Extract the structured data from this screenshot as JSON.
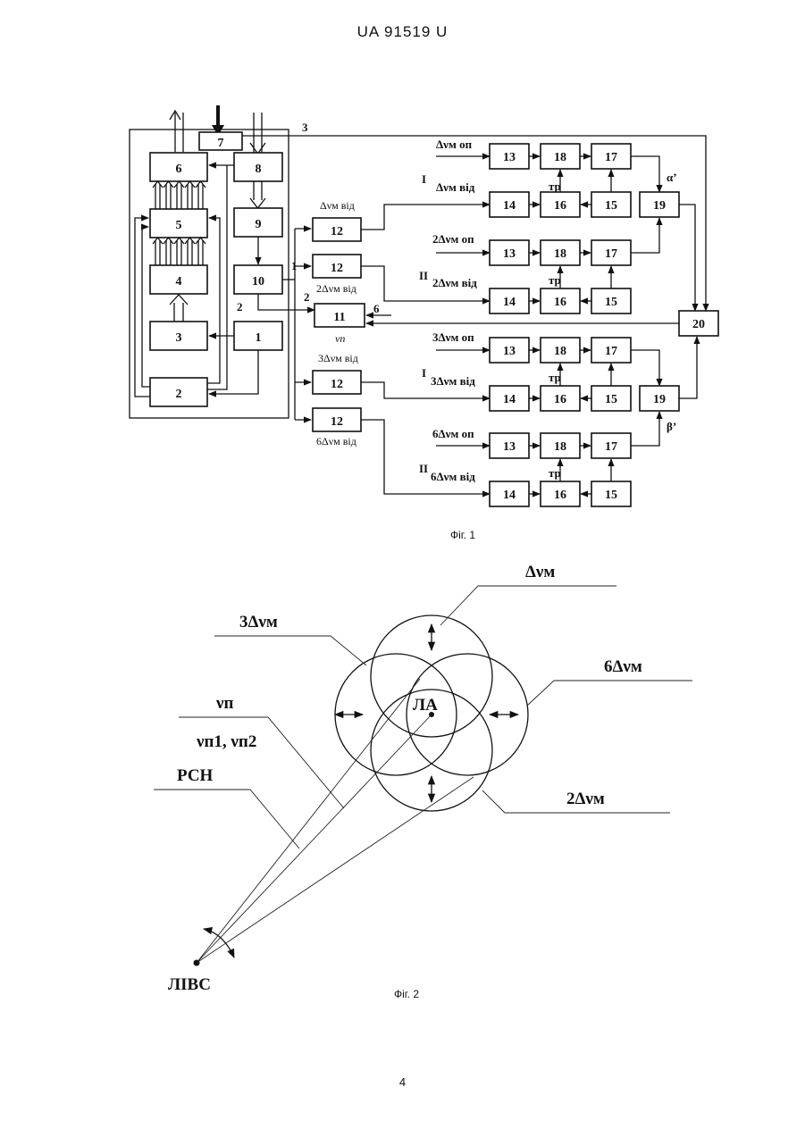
{
  "header": {
    "doc_id": "UA   91519   U"
  },
  "fig1": {
    "caption": "Фіг. 1",
    "blocks": {
      "b1": "1",
      "b2": "2",
      "b3": "3",
      "b4": "4",
      "b5": "5",
      "b6": "6",
      "b7": "7",
      "b8": "8",
      "b9": "9",
      "b10": "10",
      "b11": "11",
      "b20": "20",
      "b12": "12",
      "b13": "13",
      "b14": "14",
      "b15": "15",
      "b16": "16",
      "b17": "17",
      "b18": "18",
      "b19": "19"
    },
    "labels": {
      "out3": "3",
      "out1": "1",
      "out2a": "2",
      "out2b": "2",
      "in6": "6",
      "vn": "νп",
      "f12a": "Δνм від",
      "f12b": "2Δνм від",
      "f12c": "3Δνм від",
      "f12d": "6Δνм від",
      "ch1_op": "Δνм оп",
      "ch1_vid": "Δνм від",
      "ch2_op": "2Δνм оп",
      "ch2_vid": "2Δνм від",
      "ch3_op": "3Δνм оп",
      "ch3_vid": "3Δνм від",
      "ch4_op": "6Δνм оп",
      "ch4_vid": "6Δνм від",
      "tr": "тр",
      "roman1": "I",
      "roman2": "II",
      "alpha": "α’",
      "beta": "β’"
    }
  },
  "fig2": {
    "caption": "Фіг. 2",
    "labels": {
      "dv": "Δνм",
      "dv3": "3Δνм",
      "dv6": "6Δνм",
      "dv2": "2Δνм",
      "vn": "νп",
      "vn12": "νп1, νп2",
      "rsn": "РСН",
      "la": "ЛА",
      "livs": "ЛІВС"
    }
  },
  "page_number": "4"
}
